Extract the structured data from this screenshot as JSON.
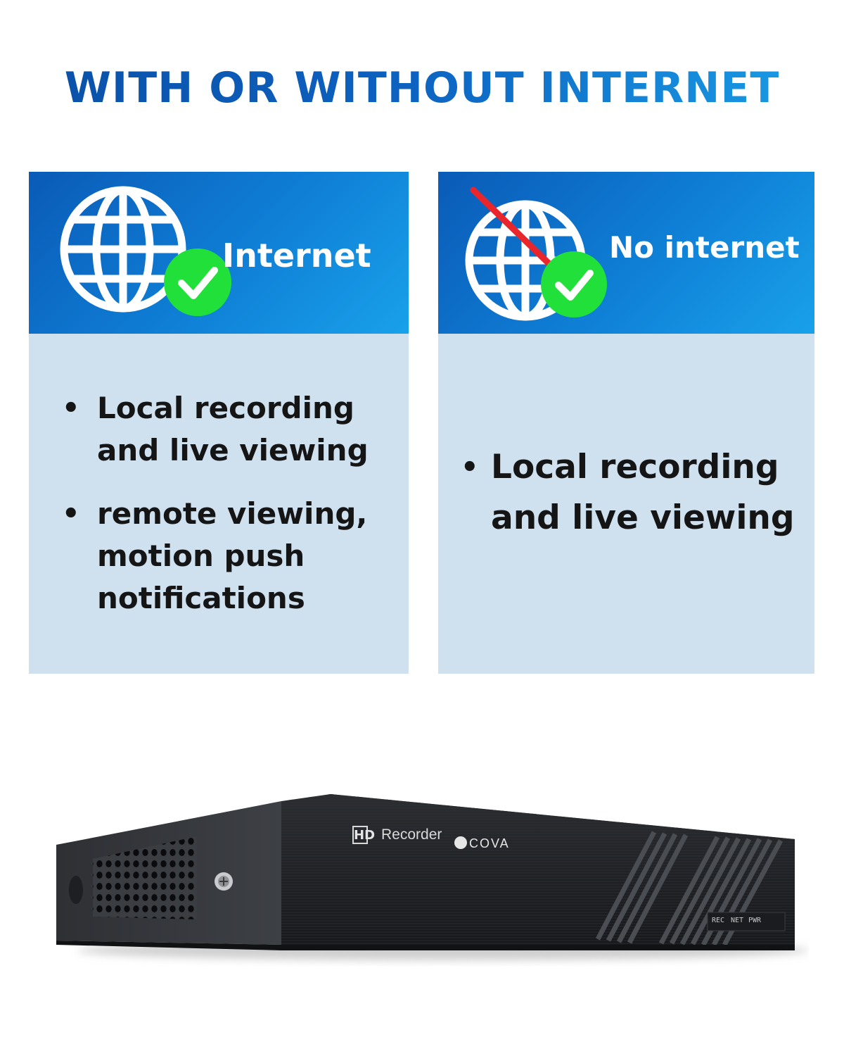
{
  "headline": "WITH OR WITHOUT INTERNET",
  "colors": {
    "headline_dark": "#0a4fa6",
    "headline_light": "#1aa0e8",
    "card_header": "#0f7fd6",
    "card_body": "#cfe0ef",
    "check_green": "#22e03a",
    "slash_red": "#e8262b"
  },
  "cards": [
    {
      "title": "Internet",
      "icon": "globe-check-icon",
      "bullets": [
        "Local recording and live viewing",
        "remote viewing, motion push notifications"
      ]
    },
    {
      "title": "No internet",
      "icon": "globe-crossed-check-icon",
      "bullets": [
        "Local recording and live viewing"
      ]
    }
  ],
  "device": {
    "badge_hd": "HD",
    "badge_text": "Recorder",
    "brand": "COVA",
    "leds": [
      "REC",
      "NET",
      "PWR"
    ]
  }
}
